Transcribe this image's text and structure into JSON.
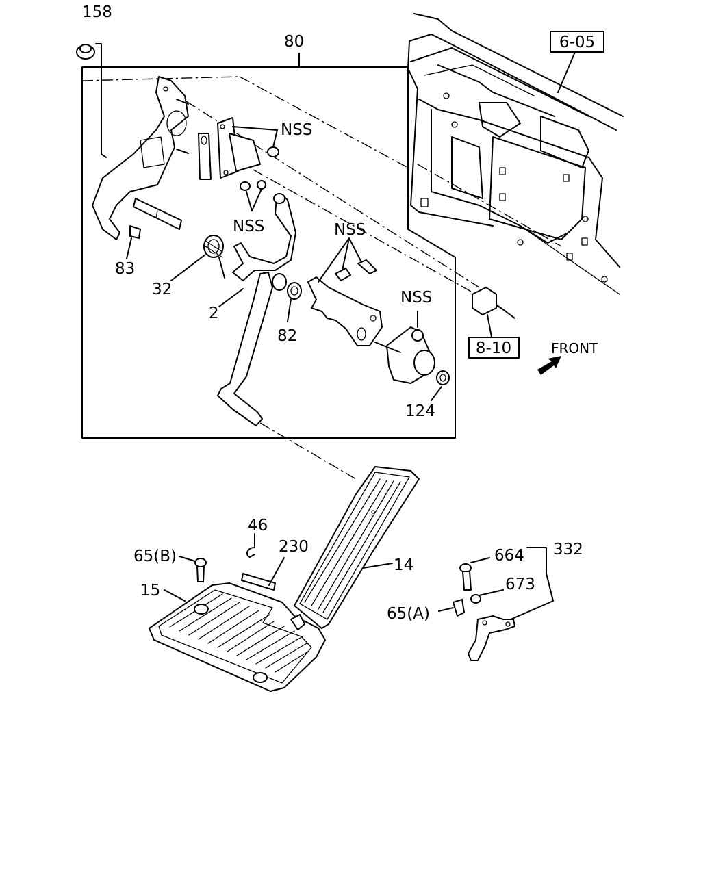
{
  "labels": {
    "p158": "158",
    "p80": "80",
    "ref605": "6-05",
    "nss1": "NSS",
    "nss2": "NSS",
    "nss3": "NSS",
    "nss4": "NSS",
    "p83": "83",
    "p32": "32",
    "p2": "2",
    "p82": "82",
    "p124": "124",
    "ref810": "8-10",
    "front": "FRONT",
    "p46": "46",
    "p230": "230",
    "p65b": "65(B)",
    "p14": "14",
    "p15": "15",
    "p664": "664",
    "p332": "332",
    "p673": "673",
    "p65a": "65(A)"
  }
}
